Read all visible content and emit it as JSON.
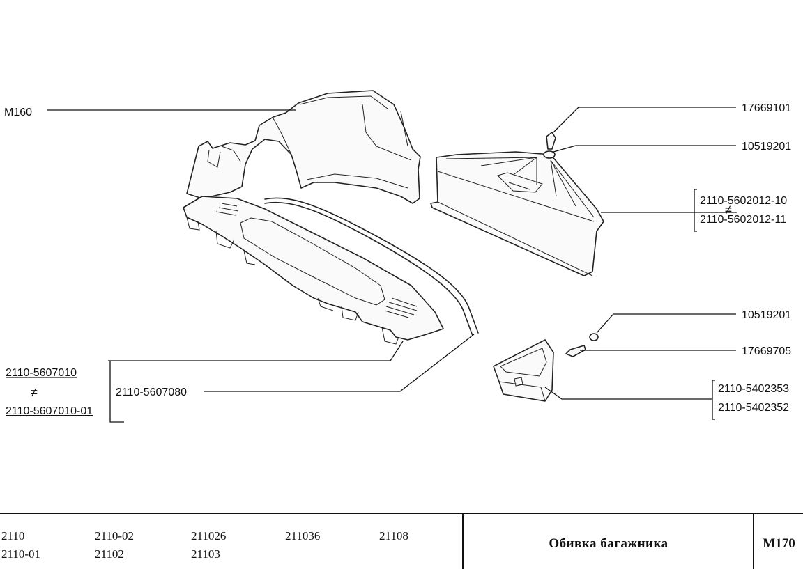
{
  "labels": {
    "m160": "M160",
    "p17669101": "17669101",
    "p10519201_top": "10519201",
    "p2110_5602012_10": "2110-5602012-10",
    "not_equal_1": "≠",
    "p2110_5602012_11": "2110-5602012-11",
    "p10519201_bottom": "10519201",
    "p17669705": "17669705",
    "p2110_5402353": "2110-5402353",
    "p2110_5402352": "2110-5402352",
    "p2110_5607010": "2110-5607010",
    "not_equal_2": "≠",
    "p2110_5607010_01": "2110-5607010-01",
    "p2110_5607080": "2110-5607080"
  },
  "title_block": {
    "models": [
      "2110",
      "2110-01",
      "2110-02",
      "21102",
      "211026",
      "21103",
      "211036",
      "21108"
    ],
    "title": "Обивка багажника",
    "code": "M170"
  }
}
